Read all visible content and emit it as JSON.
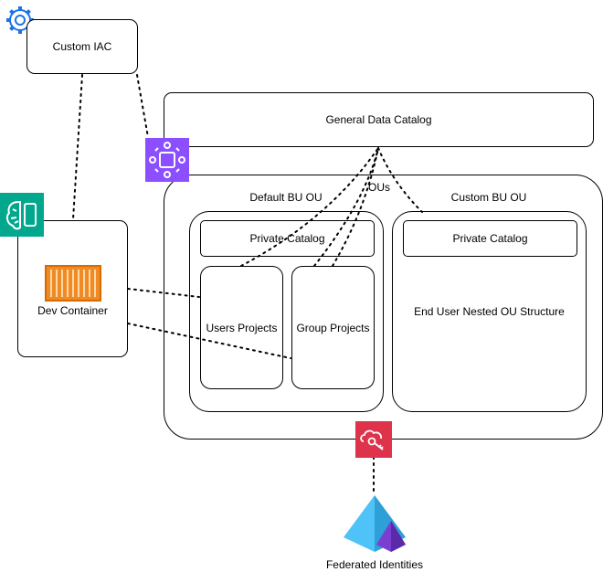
{
  "nodes": {
    "custom_iac": "Custom IAC",
    "general_data_catalog": "General Data Catalog",
    "ous": "OUs",
    "default_bu_ou": "Default BU OU",
    "custom_bu_ou": "Custom BU OU",
    "private_catalog_default": "Private Catalog",
    "private_catalog_custom": "Private Catalog",
    "users_projects": "Users Projects",
    "group_projects": "Group Projects",
    "end_user_nested": "End User Nested OU Structure",
    "dev_container": "Dev Container",
    "federated_identities": "Federated Identities"
  },
  "icons": {
    "gear": "gear-icon",
    "org": "organizations-icon",
    "brain": "ai-brain-icon",
    "container": "container-icon",
    "key": "identity-key-icon",
    "pyramid": "pyramid-icon"
  },
  "colors": {
    "gear": "#1a73e8",
    "org": "#8c4fff",
    "brain": "#01a88d",
    "container": "#ed7100",
    "key": "#dd344c",
    "pyramid_light": "#50c0f0",
    "pyramid_dark": "#6b3fc8"
  }
}
